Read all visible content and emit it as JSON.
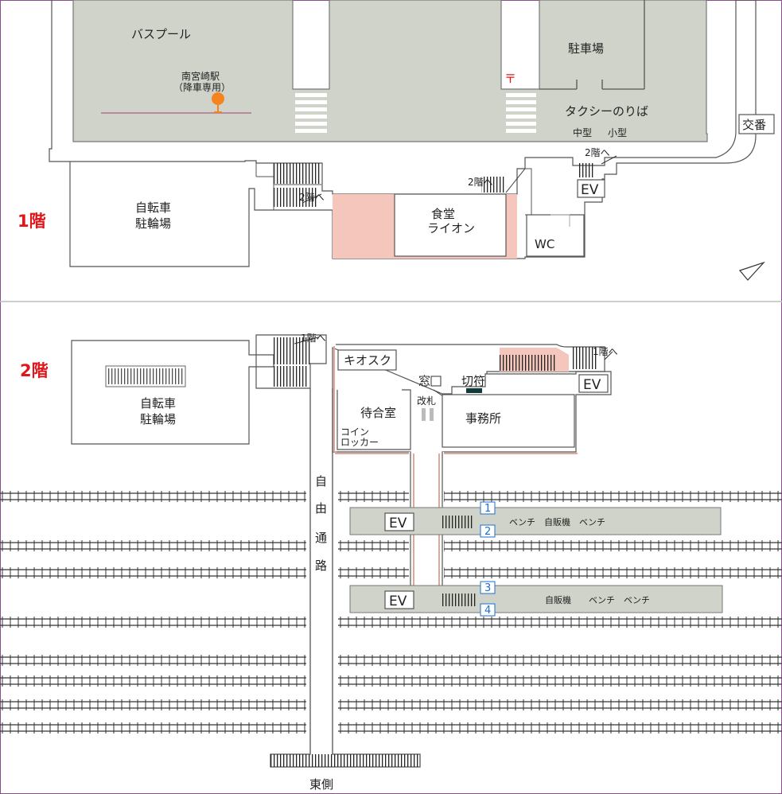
{
  "floors": {
    "f1": {
      "title": "1階",
      "bus_pool": "バスプール",
      "station_name": "南宮崎駅",
      "station_note": "（降車専用）",
      "parking": "駐車場",
      "taxi": "タクシーのりば",
      "taxi_mid": "中型",
      "taxi_small": "小型",
      "police_box": "交番",
      "bicycle_1": "自転車",
      "bicycle_2": "駐輪場",
      "to_2f": "2階へ",
      "cafeteria_1": "食堂",
      "cafeteria_2": "ライオン",
      "toilet": "WC",
      "elevator": "EV",
      "post_mark": "〒"
    },
    "f2": {
      "title": "2階",
      "bicycle_1": "自転車",
      "bicycle_2": "駐輪場",
      "to_1f": "1階へ",
      "kiosk": "キオスク",
      "window": "窓口",
      "ticket": "切符",
      "gate": "改札",
      "waiting": "待合室",
      "locker_1": "コイン",
      "locker_2": "ロッカー",
      "office": "事務所",
      "elevator": "EV",
      "free_passage": [
        "自",
        "由",
        "通",
        "路"
      ],
      "east_side": "東側",
      "platform_a": {
        "tracks": [
          "1",
          "2"
        ],
        "facilities": "ベンチ　自販機　ベンチ"
      },
      "platform_b": {
        "tracks": [
          "3",
          "4"
        ],
        "facilities": "自販機　　ベンチ　ベンチ"
      }
    }
  },
  "colors": {
    "platform": "#cfd3c9",
    "stair_pink": "#f5c6bc",
    "floor_label": "#e0161b",
    "track_number": "#1b6fd2",
    "marker": "#f5841f"
  }
}
